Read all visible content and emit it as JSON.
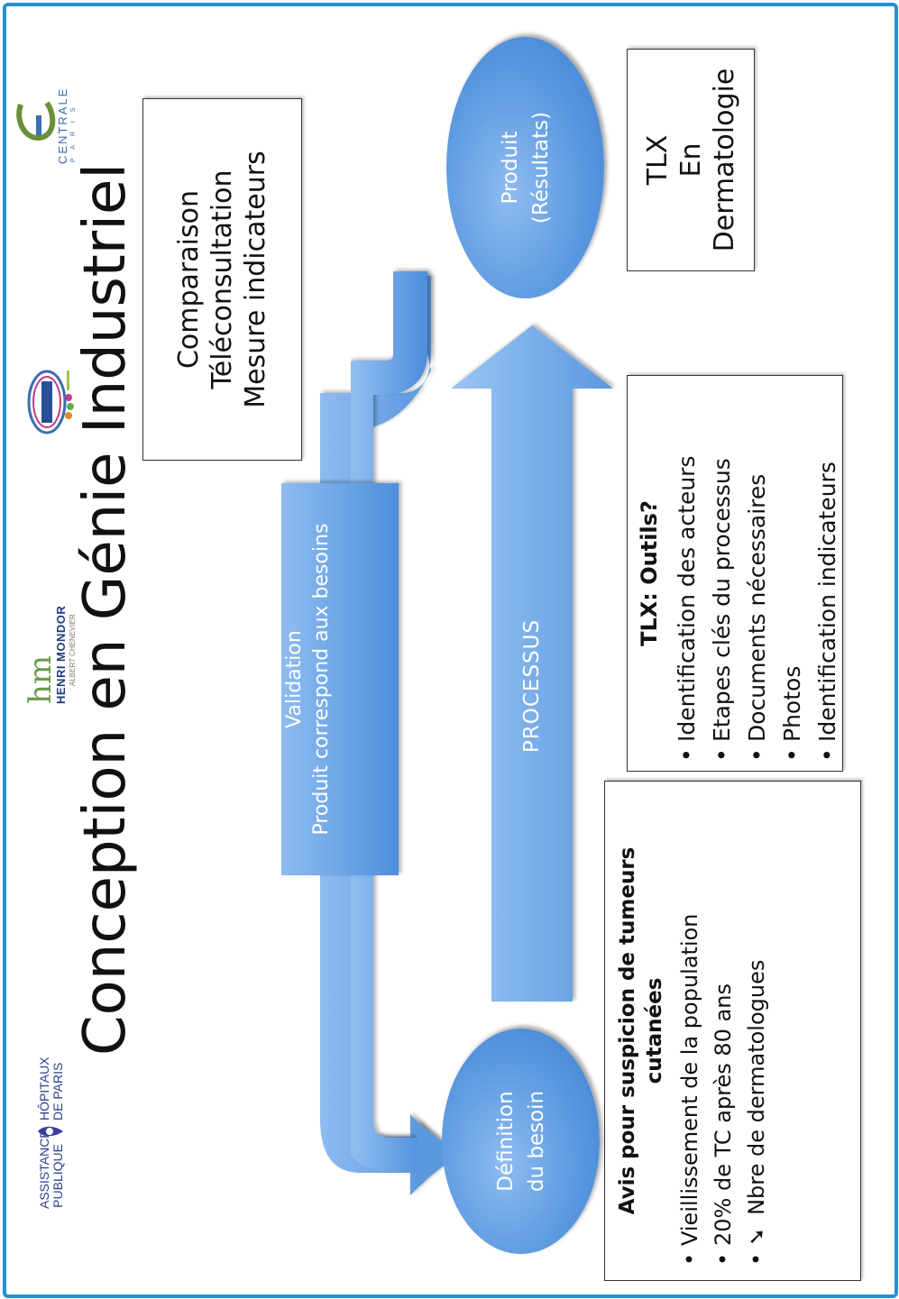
{
  "title": "Conception en Génie Industriel",
  "logos": {
    "aphp_left": [
      "ASSISTANCE",
      "PUBLIQUE"
    ],
    "aphp_right": [
      "HÔPITAUX",
      "DE PARIS"
    ],
    "hm_mark": "hm",
    "hm_name": "HENRI MONDOR",
    "hm_sub": "ALBERT CHENEVIER",
    "centrale_word": "CENTRALE",
    "centrale_sub": "PARIS"
  },
  "nodes": {
    "definition": [
      "Définition",
      "du besoin"
    ],
    "produit": [
      "Produit",
      "(Résultats)"
    ]
  },
  "arrows": {
    "validation": [
      "Validation",
      "Produit correspond aux besoins"
    ],
    "processus": "PROCESSUS"
  },
  "boxes": {
    "comparaison": [
      "Comparaison",
      "Téléconsultation",
      "Mesure indicateurs"
    ],
    "tlx_dermato": [
      "TLX",
      "En",
      "Dermatologie"
    ],
    "avis": {
      "title": "Avis pour suspicion de tumeurs cutanées",
      "bullet": "•",
      "items": [
        "Vieillissement de la population",
        "20%  de TC après 80 ans"
      ],
      "last_item": {
        "arrow": "➘",
        "text": "Nbre de dermatologues"
      }
    },
    "outils": {
      "title": "TLX: Outils?",
      "items": [
        "Identification des acteurs",
        "Etapes clés du processus",
        "Documents nécessaires",
        "Photos",
        "Identification indicateurs"
      ]
    }
  },
  "colors": {
    "frame": "#2a8ed6",
    "shape_fill": "#5a98e0",
    "shape_light": "#8ebcf0"
  }
}
